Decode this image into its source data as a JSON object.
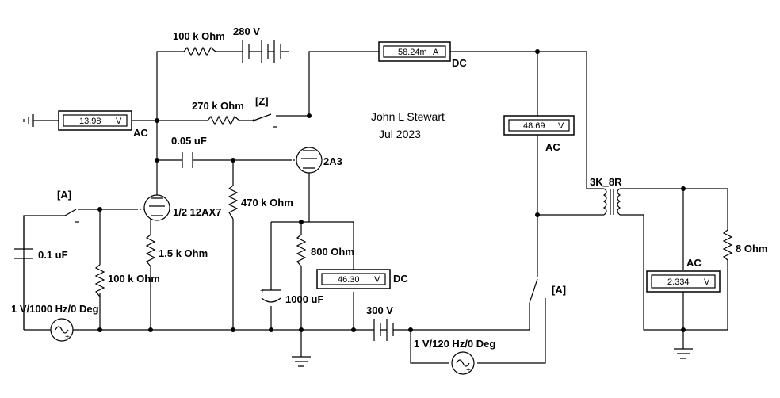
{
  "author": "John L Stewart",
  "date": "Jul 2023",
  "components": {
    "r_b_plus": "100 k Ohm",
    "batt_280": "280 V",
    "r_270": "270 k Ohm",
    "switch_z": "[Z]",
    "cap_coupling": "0.05 uF",
    "tube_2a3": "2A3",
    "r_grid_470": "470 k Ohm",
    "tube_12ax7": "1/2 12AX7",
    "switch_a_left": "[A]",
    "cap_input": "0.1 uF",
    "r_grid_100": "100 k Ohm",
    "r_cathode_1k5": "1.5 k Ohm",
    "src_1000": "1 V/1000 Hz/0 Deg",
    "r_800": "800  Ohm",
    "cap_1000": "1000 uF",
    "batt_300": "300 V",
    "src_120": "1 V/120 Hz/0 Deg",
    "switch_a_right": "[A]",
    "transformer": "3K_8R",
    "r_load": "8  Ohm"
  },
  "meters": {
    "m_triode_plate": {
      "value": "13.98",
      "unit": "V",
      "mode": "AC"
    },
    "m_plate_current": {
      "value": "58.24m",
      "unit": "A",
      "mode": "DC"
    },
    "m_primary": {
      "value": "48.69",
      "unit": "V",
      "mode": "AC"
    },
    "m_cathode": {
      "value": "46.30",
      "unit": "V",
      "mode": "DC"
    },
    "m_speaker": {
      "value": "2.334",
      "unit": "V",
      "mode": "AC"
    }
  },
  "icons": [
    "ground-icon",
    "battery-icon",
    "resistor-icon",
    "capacitor-icon",
    "triode-tube-icon",
    "ac-source-icon",
    "switch-icon",
    "transformer-icon"
  ]
}
